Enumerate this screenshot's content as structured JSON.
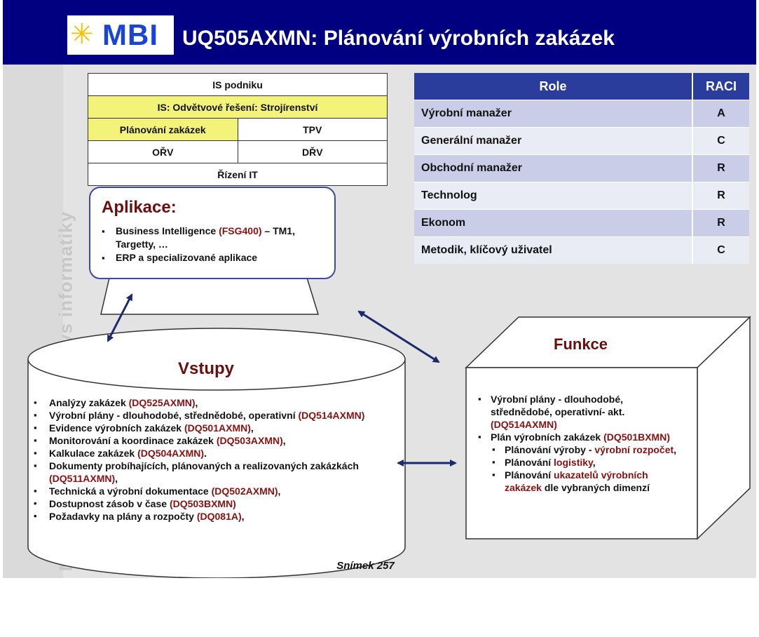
{
  "header": {
    "logo_text": "MBI",
    "title": "UQ505AXMN: Plánování výrobních zakázek"
  },
  "sidebar": {
    "text": "MBI – Management byznys informatiky"
  },
  "is_table": {
    "row1": "IS podniku",
    "row2": "IS: Odvětvové řešení: Strojírenství",
    "row3_left": "Plánování zakázek",
    "row3_right": "TPV",
    "row4_left": "OŘV",
    "row4_right": "DŘV",
    "row5": "Řízení IT"
  },
  "raci": {
    "headers": [
      "Role",
      "RACI"
    ],
    "rows": [
      {
        "role": "Výrobní manažer",
        "raci": "A"
      },
      {
        "role": "Generální manažer",
        "raci": "C"
      },
      {
        "role": "Obchodní manažer",
        "raci": "R"
      },
      {
        "role": "Technolog",
        "raci": "R"
      },
      {
        "role": "Ekonom",
        "raci": "R"
      },
      {
        "role": "Metodik, klíčový uživatel",
        "raci": "C"
      }
    ]
  },
  "aplikace": {
    "title": "Aplikace:",
    "item1_a": "Business Intelligence ",
    "item1_code": "(FSG400)",
    "item1_b": " – TM1, Targetty, …",
    "item2": "ERP a specializované aplikace"
  },
  "vstupy": {
    "title": "Vstupy",
    "items": [
      {
        "text": "Analýzy  zakázek ",
        "code": "(DQ525AXMN)",
        "tail": ","
      },
      {
        "text": "Výrobní  plány - dlouhodobé, střednědobé, operativní ",
        "code": "(DQ514AXMN)",
        "tail": ""
      },
      {
        "text": "Evidence výrobních zakázek ",
        "code": "(DQ501AXMN)",
        "tail": ","
      },
      {
        "text": "Monitorování a koordinace zakázek ",
        "code": "(DQ503AXMN)",
        "tail": ","
      },
      {
        "text": "Kalkulace zakázek ",
        "code": "(DQ504AXMN)",
        "tail": "."
      },
      {
        "text": "Dokumenty probíhajících, plánovaných a realizovaných zakázkách ",
        "code": "(DQ511AXMN)",
        "tail": ","
      },
      {
        "text": "Technická a výrobní dokumentace ",
        "code": "(DQ502AXMN)",
        "tail": ","
      },
      {
        "text": "Dostupnost zásob v čase ",
        "code": "(DQ503BXMN)",
        "tail": ""
      },
      {
        "text": "Požadavky na plány a rozpočty ",
        "code": "(DQ081A)",
        "tail": ","
      }
    ]
  },
  "funkce": {
    "title": "Funkce",
    "item1_text": "Výrobní  plány - dlouhodobé, střednědobé, operativní- akt. ",
    "item1_code": "(DQ514AXMN)",
    "item2_text": "Plán výrobních zakázek ",
    "item2_code": "(DQ501BXMN)",
    "sub1_text": "Plánování výroby - ",
    "sub1_red": "výrobní rozpočet",
    "sub1_tail": ",",
    "sub2_text": "Plánování ",
    "sub2_red": "logistiky",
    "sub2_tail": ",",
    "sub3_text": "Plánování ",
    "sub3_red": "ukazatelů výrobních zakázek",
    "sub3_tail": " dle vybraných dimenzí"
  },
  "footer": {
    "text": "Snímek  257"
  },
  "colors": {
    "header_bg": "#000080",
    "raci_header": "#2a3c9c",
    "code_red": "#8b1010",
    "yellow": "#f3f37a"
  }
}
